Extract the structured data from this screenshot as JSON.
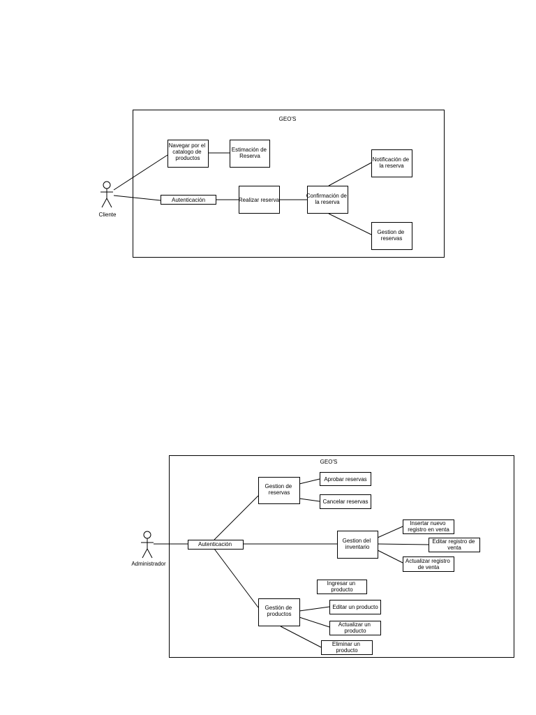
{
  "diagrams": [
    {
      "system_title": "GEO'S",
      "actor": "Cliente",
      "use_cases": [
        {
          "id": "navegar",
          "label": [
            "Navegar por el",
            "catalogo de",
            "productos"
          ]
        },
        {
          "id": "estimacion",
          "label": [
            "Estimación de",
            "Reserva"
          ]
        },
        {
          "id": "autenticacion",
          "label": [
            "Autenticación"
          ]
        },
        {
          "id": "realizar",
          "label": [
            "Realizar reserva"
          ]
        },
        {
          "id": "confirmacion",
          "label": [
            "Confirmación de",
            "la reserva"
          ]
        },
        {
          "id": "notificacion",
          "label": [
            "Notificación de",
            "la reserva"
          ]
        },
        {
          "id": "gestion-reservas",
          "label": [
            "Gestion de",
            "reservas"
          ]
        }
      ]
    },
    {
      "system_title": "GEO'S",
      "actor": "Administrador",
      "use_cases": [
        {
          "id": "autenticacion",
          "label": [
            "Autenticación"
          ]
        },
        {
          "id": "gestion-reservas",
          "label": [
            "Gestion de",
            "reservas"
          ]
        },
        {
          "id": "aprobar",
          "label": [
            "Aprobar reservas"
          ]
        },
        {
          "id": "cancelar",
          "label": [
            "Cancelar reservas"
          ]
        },
        {
          "id": "gestion-inventario",
          "label": [
            "Gestion del",
            "inventario"
          ]
        },
        {
          "id": "insertar",
          "label": [
            "Insertar nuevo",
            "registro en venta"
          ]
        },
        {
          "id": "editar-registro",
          "label": [
            "Editar registro de",
            "venta"
          ]
        },
        {
          "id": "actualizar-registro",
          "label": [
            "Actualizar registro",
            "de venta"
          ]
        },
        {
          "id": "gestion-productos",
          "label": [
            "Gestión de",
            "productos"
          ]
        },
        {
          "id": "ingresar",
          "label": [
            "Ingresar un",
            "producto"
          ]
        },
        {
          "id": "editar-producto",
          "label": [
            "Editar un producto"
          ]
        },
        {
          "id": "actualizar-producto",
          "label": [
            "Actualizar un",
            "producto"
          ]
        },
        {
          "id": "eliminar",
          "label": [
            "Eliminar un",
            "producto"
          ]
        }
      ]
    }
  ]
}
